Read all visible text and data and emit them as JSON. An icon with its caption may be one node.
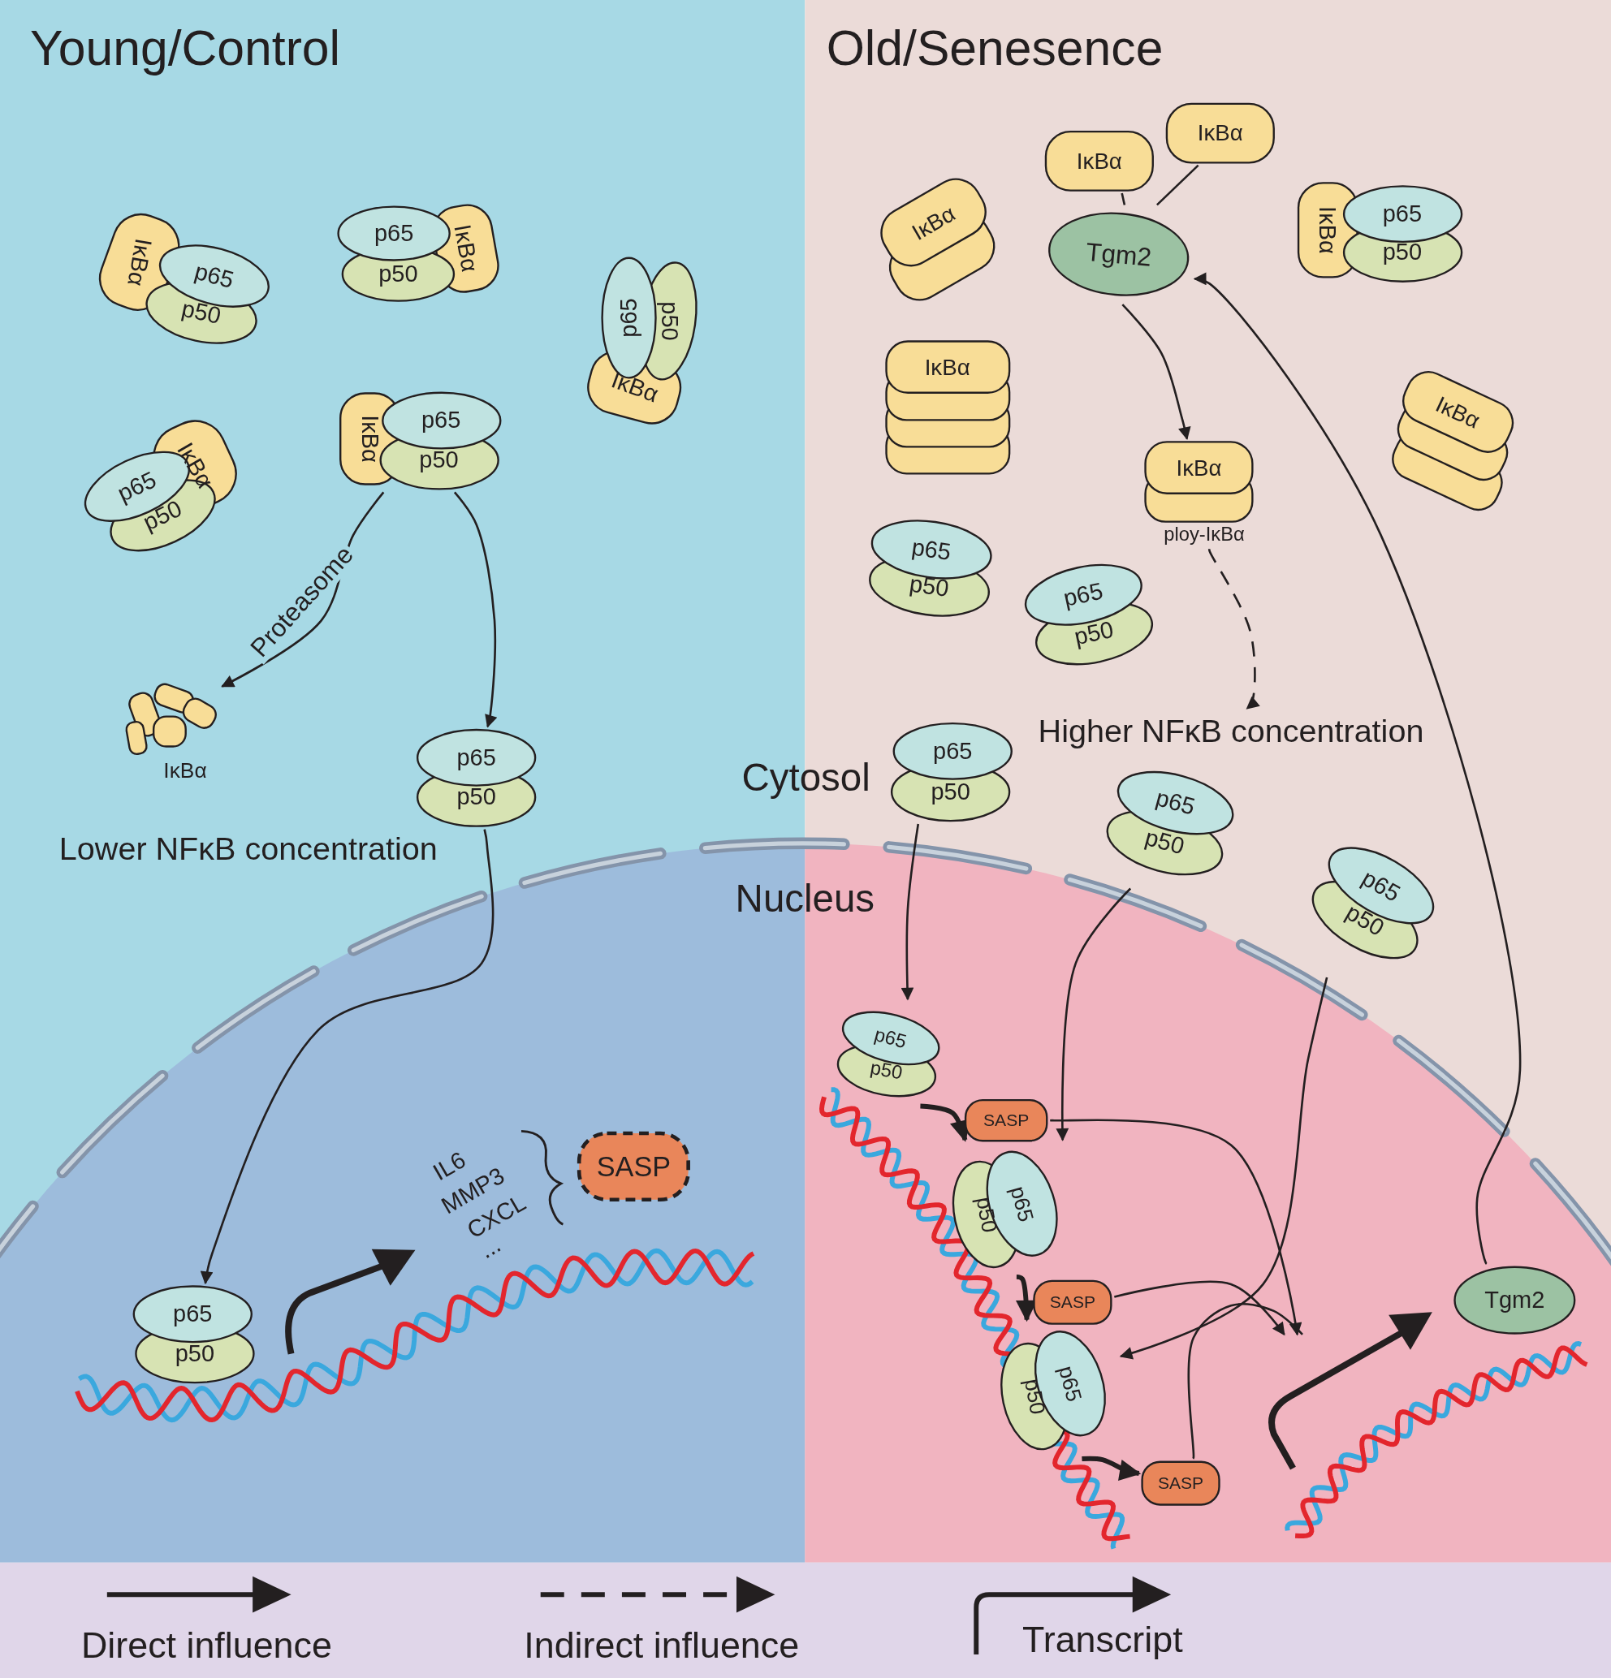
{
  "diagram": {
    "nodes": [
      {
        "text": [
          "Young/Control"
        ]
      },
      {
        "text": [
          "Old/Senesence"
        ]
      },
      {
        "text": [
          "IκBα",
          "p65",
          "p50"
        ],
        "in": 0
      },
      {
        "text": [
          "p65",
          "IκBα",
          "p50"
        ],
        "in": 0
      },
      {
        "text": [
          "p65",
          "p50",
          "IκBα"
        ],
        "in": 0
      },
      {
        "text": [
          "p65",
          "IκBα",
          "p50"
        ],
        "in": 0
      },
      {
        "text": [
          "IκBα",
          "p65",
          "p50"
        ],
        "in": 0
      },
      {
        "text": [
          "IκBα"
        ],
        "in": 0
      },
      {
        "text": [
          "p65",
          "p50"
        ],
        "in": 0
      },
      {
        "text": [
          "p65",
          "p50"
        ],
        "in": 0
      },
      {
        "text": [
          "SASP"
        ],
        "in": 0
      },
      {
        "text": [
          "IκBα"
        ],
        "in": 1
      },
      {
        "text": [
          "IκBα"
        ],
        "in": 1
      },
      {
        "text": [
          "Tgm2"
        ],
        "in": 1
      },
      {
        "text": [
          "IκBα"
        ],
        "in": 1
      },
      {
        "text": [
          "IκBα",
          "p65",
          "p50"
        ],
        "in": 1
      },
      {
        "text": [
          "IκBα"
        ],
        "in": 1
      },
      {
        "text": [
          "IκBα"
        ],
        "in": 1
      },
      {
        "text": [
          "IκBα"
        ],
        "beside": [
          "ploy-IκBα"
        ],
        "in": 1
      },
      {
        "text": [
          "p65",
          "p50"
        ],
        "in": 1
      },
      {
        "text": [
          "p65",
          "p50"
        ],
        "in": 1
      },
      {
        "text": [
          "Higher NFκB concentration"
        ],
        "in": 1
      },
      {
        "text": [
          "p65",
          "p50"
        ],
        "in": 1
      },
      {
        "text": [
          "p65",
          "p50"
        ],
        "in": 1
      },
      {
        "text": [
          "p65",
          "p50"
        ],
        "in": 1
      },
      {
        "text": [
          "p65",
          "p50"
        ],
        "in": 1
      },
      {
        "text": [
          "SASP"
        ],
        "in": 1
      },
      {
        "text": [
          "p50",
          "p65"
        ],
        "in": 1
      },
      {
        "text": [
          "SASP"
        ],
        "in": 1
      },
      {
        "text": [
          "p50",
          "p65"
        ],
        "in": 1
      },
      {
        "text": [
          "SASP"
        ],
        "in": 1
      },
      {
        "text": [
          "Tgm2"
        ],
        "in": 1
      },
      {
        "text": [],
        "shape": "picture",
        "in": 1
      }
    ],
    "edges": [
      {
        "from": 6,
        "to": 7,
        "arrow": "to",
        "label": "Proteasome"
      },
      {
        "from": 6,
        "to": 8,
        "arrow": "to"
      },
      {
        "from": 8,
        "to": 9,
        "arrow": "to"
      },
      {
        "from": 13,
        "to": 18,
        "arrow": "to"
      },
      {
        "from": 18,
        "to": 21,
        "arrow": "to",
        "style": "dashed"
      },
      {
        "from": 31,
        "to": 13,
        "arrow": "to"
      },
      {
        "from": 22,
        "to": 25,
        "arrow": "to"
      },
      {
        "from": 23,
        "to": 27,
        "arrow": "to"
      },
      {
        "from": 24,
        "to": 29,
        "arrow": "to"
      },
      {
        "from": 25,
        "to": 27,
        "arrow": "to",
        "style": "thick"
      },
      {
        "from": 27,
        "to": 29,
        "arrow": "to",
        "style": "thick"
      },
      {
        "from": 29,
        "to": 30,
        "arrow": "to",
        "style": "thick"
      },
      {
        "from": 26,
        "to": 32,
        "arrow": "to"
      },
      {
        "from": 28,
        "to": 32,
        "arrow": "to"
      },
      {
        "from": 30,
        "to": 32,
        "arrow": "none"
      },
      {
        "from": 11,
        "to": 13,
        "arrow": "none"
      },
      {
        "from": 12,
        "to": 13,
        "arrow": "none"
      }
    ],
    "labels": [
      "Lower NFκB concentration",
      "Cytosol",
      "Nucleus",
      "IL6",
      "MMP3",
      "CXCL",
      "..."
    ],
    "legend": [
      {
        "text": "Direct influence"
      },
      {
        "text": "Indirect influence"
      },
      {
        "text": "Transcript"
      }
    ]
  }
}
